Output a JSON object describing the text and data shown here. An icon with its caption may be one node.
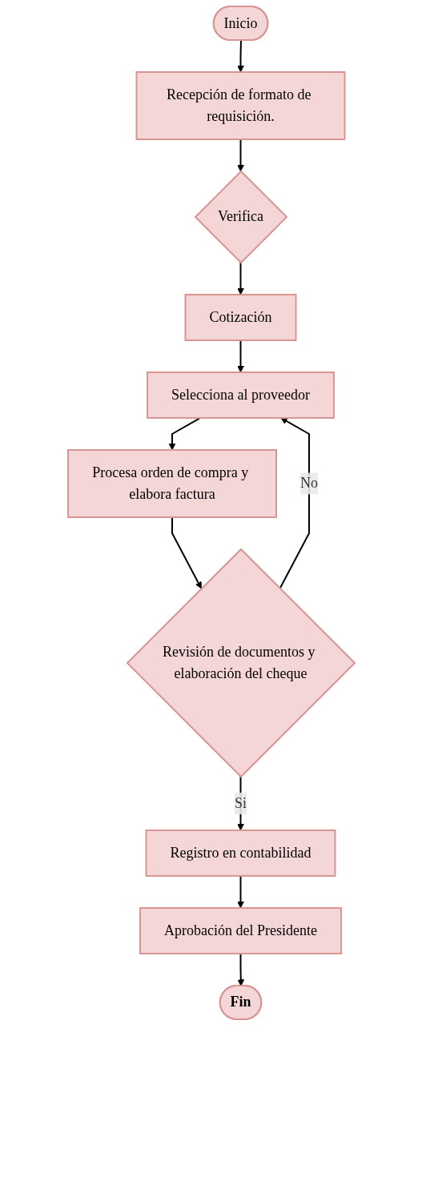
{
  "diagram": {
    "nodes": [
      {
        "text": [
          "Inicio"
        ]
      },
      {
        "text": [
          "Recepción de formato de requisición."
        ]
      },
      {
        "text": [
          "Verifica"
        ]
      },
      {
        "text": [
          "Cotización"
        ]
      },
      {
        "text": [
          "Selecciona al proveedor"
        ]
      },
      {
        "text": [
          "Procesa orden de compra y elabora factura"
        ]
      },
      {
        "text": [
          "Revisión de documentos y elaboración del cheque"
        ]
      },
      {
        "text": [
          "Registro en contabilidad"
        ]
      },
      {
        "text": [
          "Aprobación del Presidente"
        ]
      },
      {
        "text": [
          "Fin"
        ]
      }
    ],
    "edges": [
      {
        "from": 0,
        "to": 1,
        "arrow": "to"
      },
      {
        "from": 1,
        "to": 2,
        "arrow": "to"
      },
      {
        "from": 2,
        "to": 3,
        "arrow": "to"
      },
      {
        "from": 3,
        "to": 4,
        "arrow": "to"
      },
      {
        "from": 4,
        "to": 5,
        "arrow": "to"
      },
      {
        "from": 5,
        "to": 6,
        "arrow": "to"
      },
      {
        "from": 6,
        "to": 4,
        "label": "No",
        "arrow": "to"
      },
      {
        "from": 6,
        "to": 7,
        "label": "Si",
        "arrow": "to"
      },
      {
        "from": 7,
        "to": 8,
        "arrow": "to"
      },
      {
        "from": 8,
        "to": 9,
        "arrow": "to"
      }
    ]
  }
}
